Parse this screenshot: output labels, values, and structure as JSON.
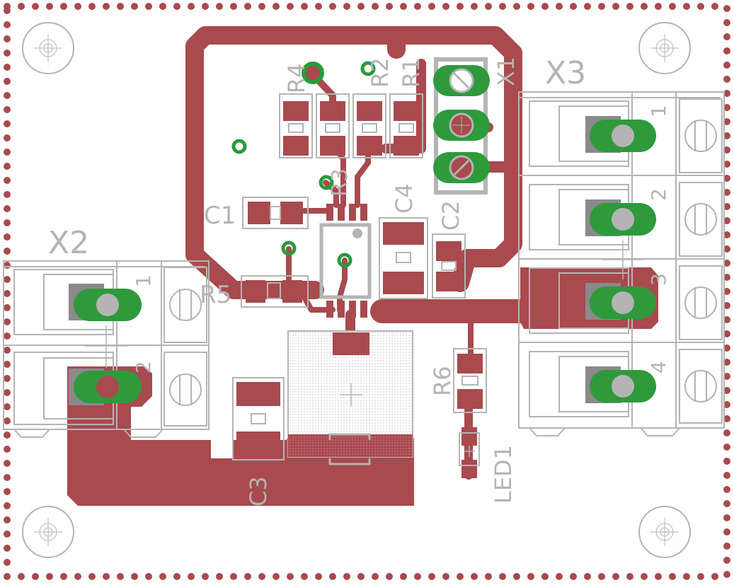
{
  "colors": {
    "copper": "#a84a4e",
    "silk": "#b4b4b4",
    "via": "#2a9a3c",
    "pad_green": "#2e9a3c",
    "background": "#ffffff",
    "pad_gray": "#8a8a8a"
  },
  "labels": {
    "X1": "X1",
    "X2": "X2",
    "X3": "X3",
    "R1": "R1",
    "R2": "R2",
    "R3": "R3",
    "R4": "R4",
    "R5": "R5",
    "R6": "R6",
    "C1": "C1",
    "C2": "C2",
    "C3": "C3",
    "C4": "C4",
    "LED1": "LED1",
    "x2_pin1": "1",
    "x2_pin2": "2",
    "x3_pin1": "1",
    "x3_pin2": "2",
    "x3_pin3": "3",
    "x3_pin4": "4"
  },
  "icons": {
    "mounting_hole": "mounting-hole-icon",
    "via": "via-icon",
    "origin_cross": "origin-cross-icon"
  }
}
